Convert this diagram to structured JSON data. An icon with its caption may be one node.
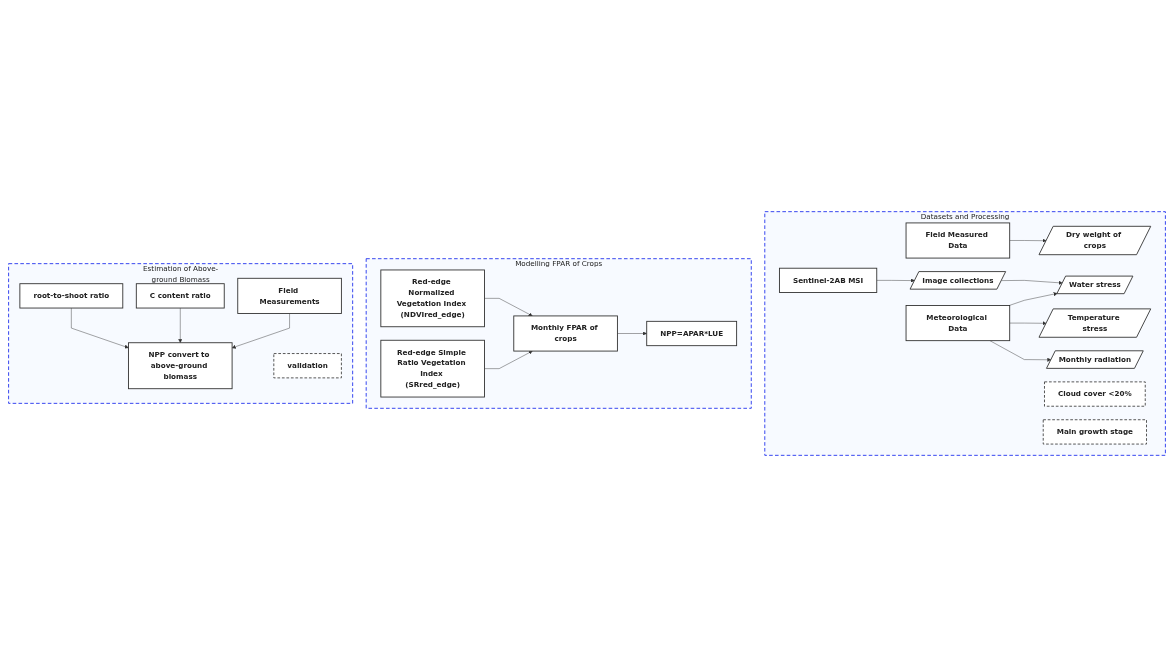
{
  "diagram": {
    "nodes": [
      {
        "text": [
          "Datasets and Processing"
        ]
      },
      {
        "text": [
          "Field Measured Data"
        ],
        "in": 0
      },
      {
        "text": [
          "Dry weight of crops"
        ],
        "in": 0
      },
      {
        "text": [
          "Cloud cover <20%"
        ],
        "in": 0
      },
      {
        "text": [
          "Sentinel-2AB MSI"
        ],
        "in": 0
      },
      {
        "text": [
          "Image collections"
        ],
        "in": 0
      },
      {
        "text": [
          "Main growth stage"
        ],
        "in": 0
      },
      {
        "text": [
          "Water stress"
        ],
        "in": 0
      },
      {
        "text": [
          "Meteorological Data"
        ],
        "in": 0
      },
      {
        "text": [
          "Temperature stress"
        ],
        "in": 0
      },
      {
        "text": [
          "Monthly radiation"
        ],
        "in": 0
      },
      {
        "text": [
          "Modelling FPAR of Crops"
        ]
      },
      {
        "text": [
          "Red-edge Normalized Vegetation Index (NDVIred_edge)"
        ],
        "in": 11
      },
      {
        "text": [
          "Red-edge Simple Ratio Vegetation Index (SRred_edge)"
        ],
        "in": 11
      },
      {
        "text": [
          "Monthly FPAR of crops"
        ],
        "in": 11
      },
      {
        "text": [
          "NPP=APAR*LUE"
        ],
        "in": 11
      },
      {
        "text": [
          "Estimation of Above-ground Biomass"
        ]
      },
      {
        "text": [
          "root-to-shoot ratio"
        ],
        "in": 16
      },
      {
        "text": [
          "C content ratio"
        ],
        "in": 16
      },
      {
        "text": [
          "NPP convert to above-ground biomass"
        ],
        "in": 16
      },
      {
        "text": [
          "validation"
        ],
        "in": 16
      },
      {
        "text": [
          "Field Measurements"
        ],
        "in": 16
      }
    ],
    "edges": [
      {
        "from": 1,
        "to": 2,
        "arrow": "to"
      },
      {
        "from": 4,
        "to": 5,
        "arrow": "to"
      },
      {
        "from": 5,
        "to": 7,
        "arrow": "to"
      },
      {
        "from": 8,
        "to": 7,
        "arrow": "to"
      },
      {
        "from": 8,
        "to": 9,
        "arrow": "to"
      },
      {
        "from": 8,
        "to": 10,
        "arrow": "to"
      },
      {
        "from": 12,
        "to": 14,
        "arrow": "to"
      },
      {
        "from": 13,
        "to": 14,
        "arrow": "to"
      },
      {
        "from": 14,
        "to": 15,
        "arrow": "to"
      },
      {
        "from": 17,
        "to": 19,
        "arrow": "to"
      },
      {
        "from": 18,
        "to": 19,
        "arrow": "to"
      },
      {
        "from": 21,
        "to": 19,
        "arrow": "to"
      }
    ]
  }
}
